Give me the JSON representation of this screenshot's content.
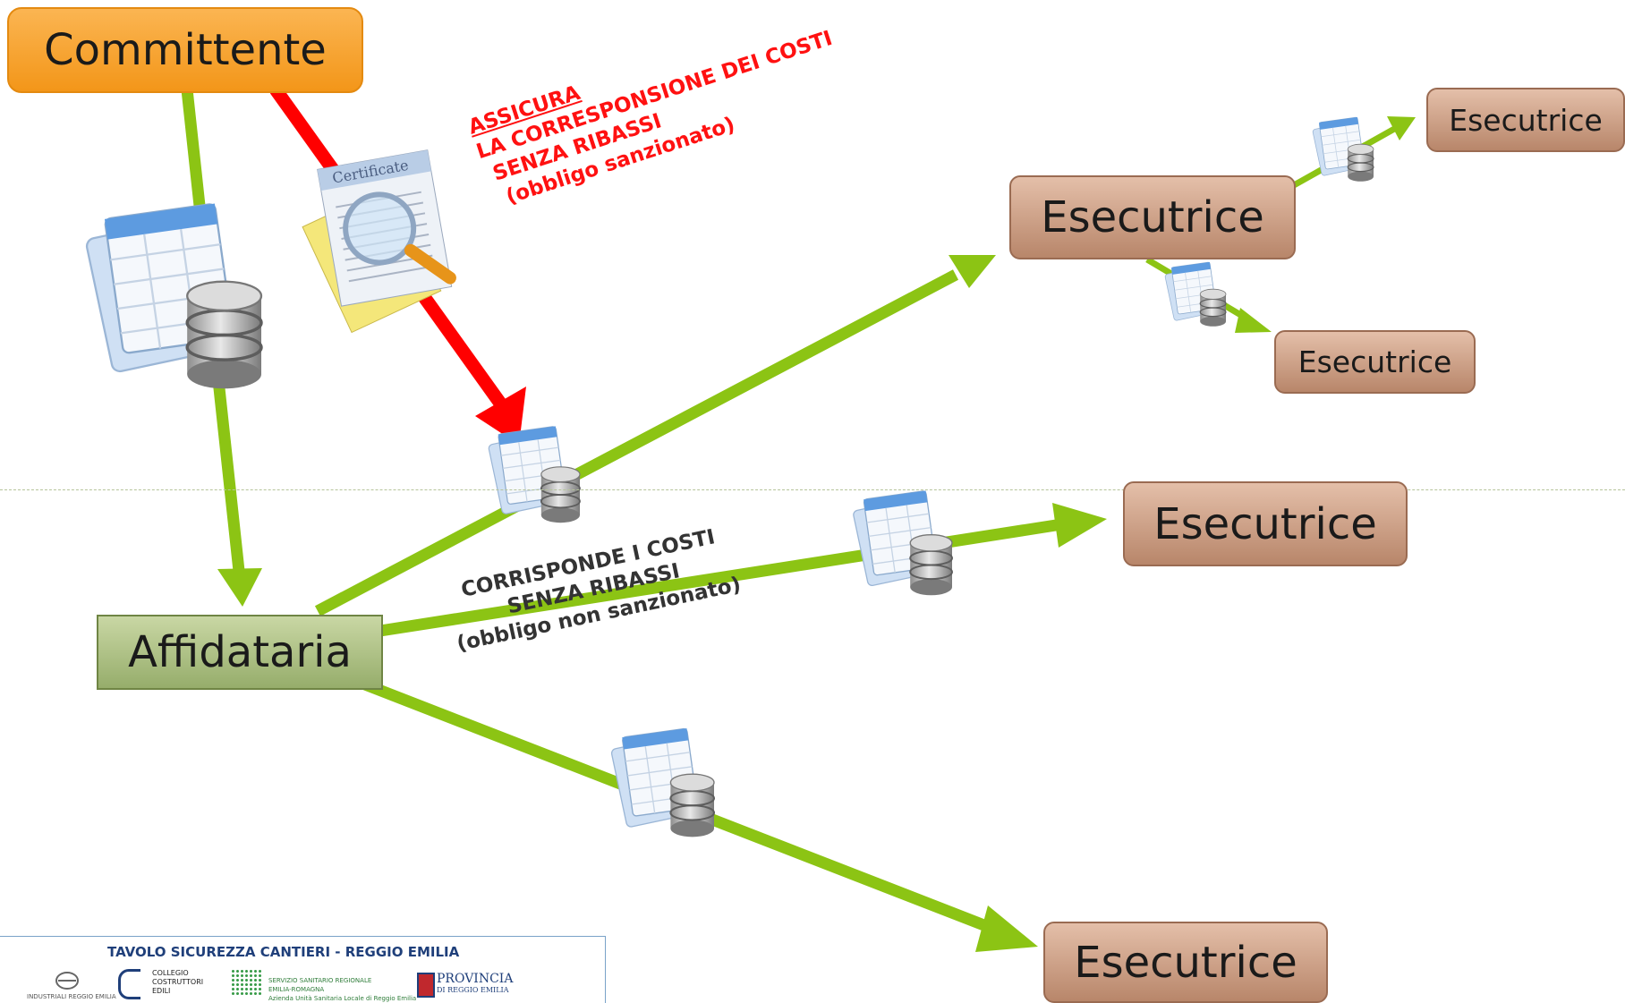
{
  "nodes": {
    "committente": "Committente",
    "affidataria": "Affidataria",
    "esecutrice_upper": "Esecutrice",
    "esecutrice_small_top": "Esecutrice",
    "esecutrice_small_bottom": "Esecutrice",
    "esecutrice_middle": "Esecutrice",
    "esecutrice_bottom": "Esecutrice"
  },
  "annotations": {
    "committente_line1": "ASSICURA",
    "committente_line2": "LA CORRESPONSIONE DEI COSTI",
    "committente_line3": "SENZA RIBASSI",
    "committente_line4": "(obbligo sanzionato)",
    "affidataria_line1": "CORRISPONDE I COSTI",
    "affidataria_line2": "SENZA RIBASSI",
    "affidataria_line3": "(obbligo non sanzionato)"
  },
  "footer": {
    "title": "TAVOLO SICUREZZA CANTIERI - REGGIO EMILIA",
    "logo1": "INDUSTRIALI REGGIO EMILIA",
    "logo2_line1": "COLLEGIO",
    "logo2_line2": "COSTRUTTORI",
    "logo2_line3": "EDILI",
    "logo3_line1": "SERVIZIO SANITARIO REGIONALE",
    "logo3_line2": "EMILIA-ROMAGNA",
    "logo3_line3": "Azienda Unità Sanitaria Locale di Reggio Emilia",
    "logo4_line1": "PROVINCIA",
    "logo4_line2": "DI REGGIO EMILIA"
  },
  "colors": {
    "flow_arrow": "#8cc414",
    "obligation_arrow": "#ff0000",
    "committente_fill": "#f6a02a",
    "esecutrice_fill": "#c89880",
    "affidataria_fill": "#a7bb7c"
  },
  "icons": [
    "certificate-icon",
    "spreadsheet-database-icon"
  ]
}
